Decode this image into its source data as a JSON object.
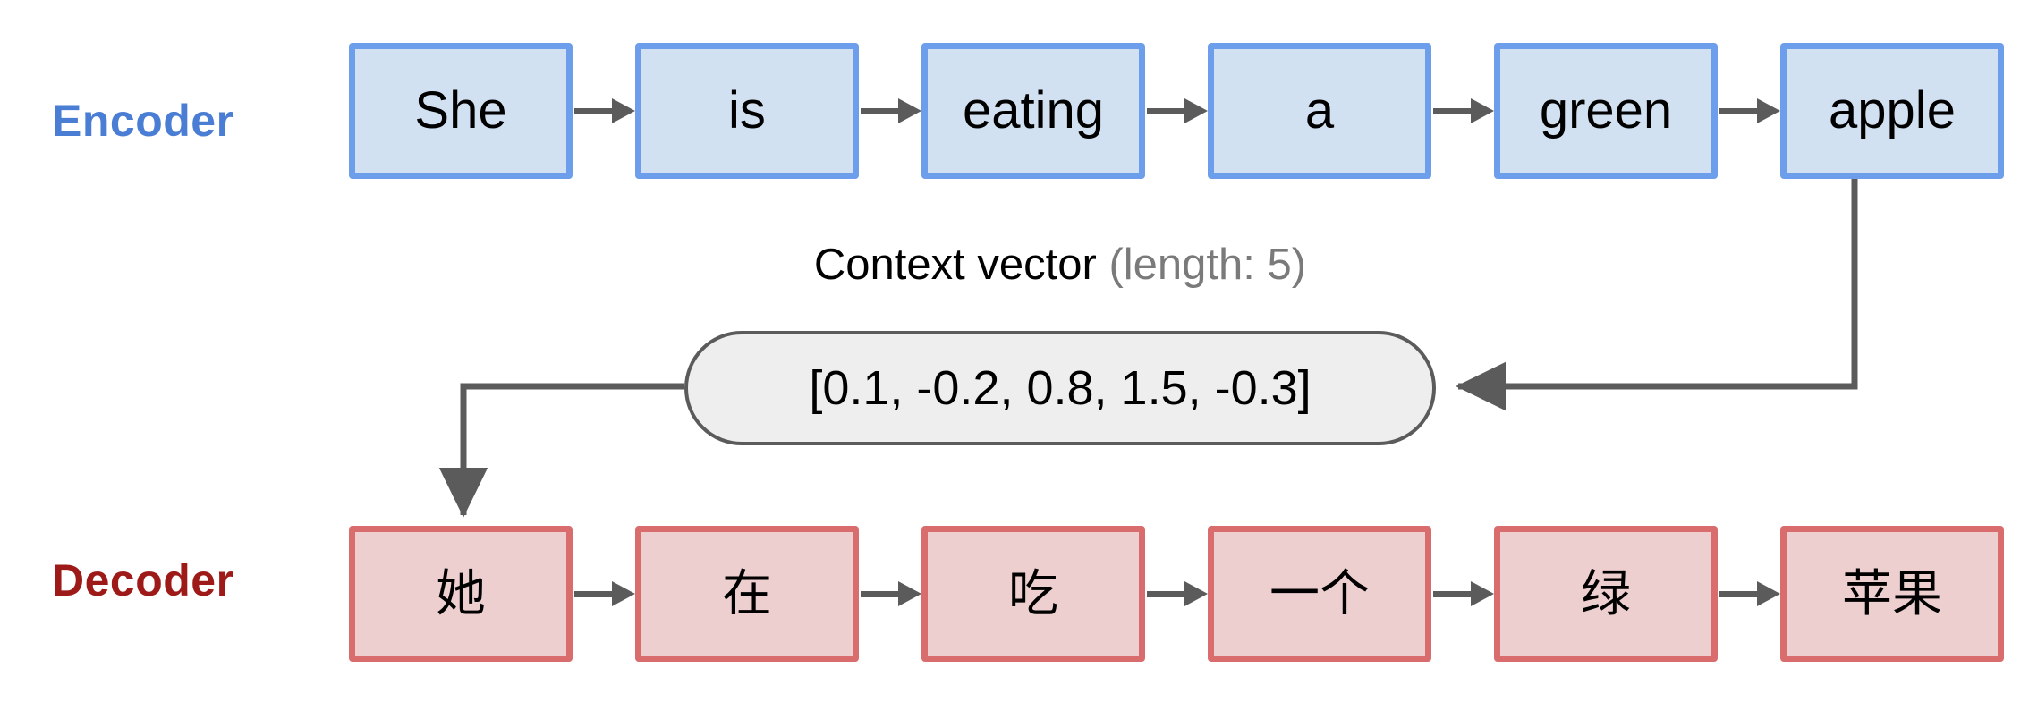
{
  "diagram": {
    "title_visible": false,
    "colors": {
      "encoder_border": "#6d9eeb",
      "encoder_fill": "#d2e1f2",
      "encoder_label": "#4a7dd4",
      "decoder_border": "#d96c6c",
      "decoder_fill": "#eecfcf",
      "decoder_label": "#9e1a18",
      "connector": "#5b5b5b",
      "pill_fill": "#eeeeee",
      "pill_border": "#5b5b5b",
      "muted_text": "#7a7a7a"
    }
  },
  "encoder": {
    "label": "Encoder",
    "tokens": [
      {
        "text": "She"
      },
      {
        "text": "is"
      },
      {
        "text": "eating"
      },
      {
        "text": "a"
      },
      {
        "text": "green"
      },
      {
        "text": "apple"
      }
    ]
  },
  "decoder": {
    "label": "Decoder",
    "tokens": [
      {
        "text": "她"
      },
      {
        "text": "在"
      },
      {
        "text": "吃"
      },
      {
        "text": "一个"
      },
      {
        "text": "绿"
      },
      {
        "text": "苹果"
      }
    ]
  },
  "context_vector": {
    "caption_main": "Context vector",
    "caption_note": "(length: 5)",
    "length": 5,
    "values_text": "[0.1, -0.2, 0.8, 1.5, -0.3]",
    "values": [
      0.1,
      -0.2,
      0.8,
      1.5,
      -0.3
    ]
  }
}
